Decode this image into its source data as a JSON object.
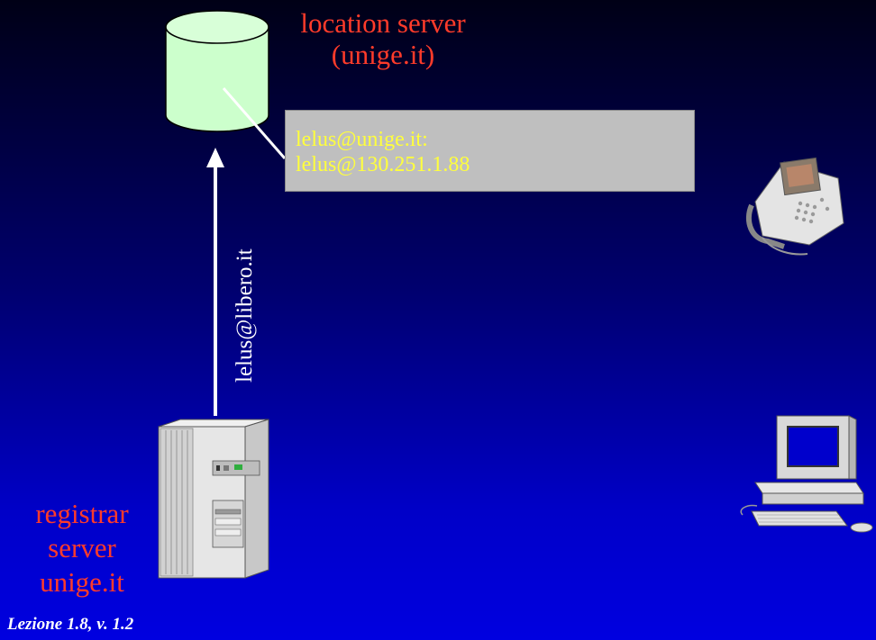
{
  "location_server": {
    "label": "location server",
    "domain": "(unige.it)"
  },
  "binding": {
    "line1": "lelus@unige.it:",
    "line2": "lelus@130.251.1.88"
  },
  "register_arrow": {
    "label": "lelus@libero.it"
  },
  "registrar_server": {
    "line1": "registrar",
    "line2": "server",
    "line3": "unige.it"
  },
  "footer": {
    "text": "Lezione 1.8, v. 1.2"
  },
  "icons": {
    "database": "database-icon",
    "server": "server-tower-icon",
    "phone": "video-phone-icon",
    "computer": "desktop-computer-icon"
  },
  "colors": {
    "labels": "#ff3b2a",
    "binding_text": "#ffff3c",
    "box": "#bfbfbf",
    "cylinder": "#ccffcc"
  }
}
